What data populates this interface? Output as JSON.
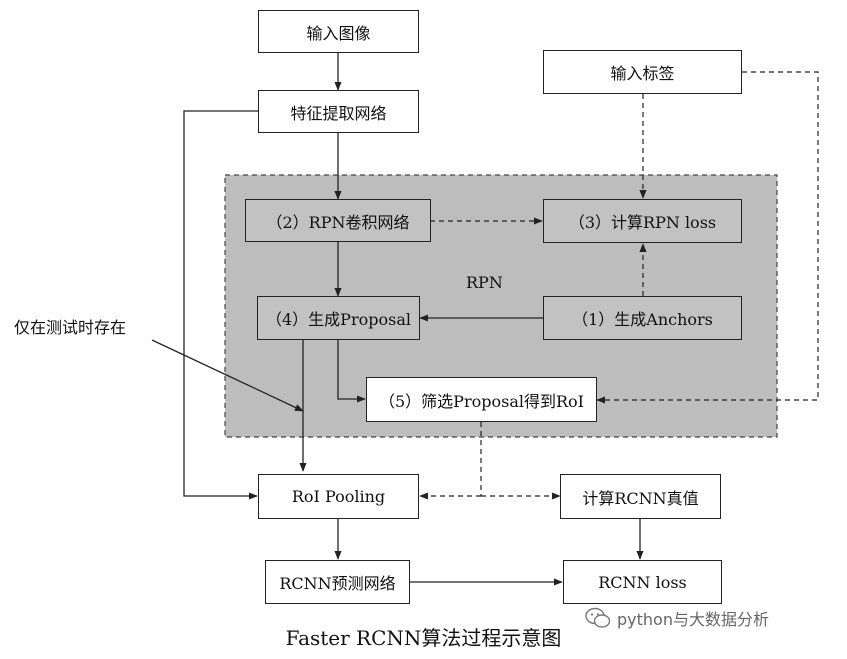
{
  "nodes": {
    "input_image": "输入图像",
    "input_labels": "输入标签",
    "feature_net": "特征提取网络",
    "rpn_conv": "（2）RPN卷积网络",
    "rpn_loss": "（3）计算RPN loss",
    "gen_proposal": "（4）生成Proposal",
    "gen_anchors": "（1）生成Anchors",
    "filter_roi": "（5）筛选Proposal得到RoI",
    "roi_pooling": "RoI Pooling",
    "rcnn_target": "计算RCNN真值",
    "rcnn_net": "RCNN预测网络",
    "rcnn_loss": "RCNN loss"
  },
  "rpn_region_label": "RPN",
  "test_only_label": "仅在测试时存在",
  "caption": "Faster RCNN算法过程示意图",
  "watermark": "python与大数据分析",
  "icons": {
    "watermark": "wechat-icon"
  },
  "colors": {
    "rpn_region": "#bdbdbd",
    "line": "#222222",
    "box_border": "#222222"
  }
}
